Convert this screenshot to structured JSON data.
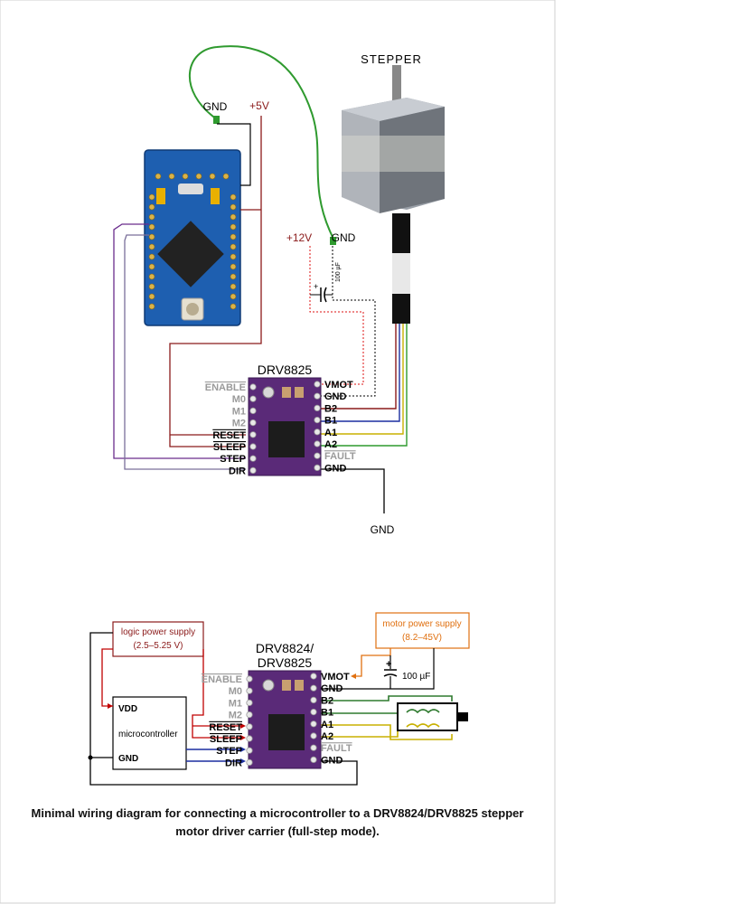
{
  "top": {
    "stepper_label": "STEPPER",
    "gnd_top_label": "GND",
    "plus5v_label": "+5V",
    "plus12v_label": "+12V",
    "gnd_motor_label": "GND",
    "cap_label": "100 µF",
    "driver_title": "DRV8825",
    "gnd_bottom_label": "GND",
    "left_pins": [
      "ENABLE",
      "M0",
      "M1",
      "M2",
      "RESET",
      "SLEEP",
      "STEP",
      "DIR"
    ],
    "right_pins": [
      "VMOT",
      "GND",
      "B2",
      "B1",
      "A1",
      "A2",
      "FAULT",
      "GND"
    ]
  },
  "bottom": {
    "logic_supply_title": "logic power supply",
    "logic_supply_range": "(2.5–5.25 V)",
    "motor_supply_title": "motor power supply",
    "motor_supply_range": "(8.2–45V)",
    "driver_title_line1": "DRV8824/",
    "driver_title_line2": "DRV8825",
    "mcu_vdd": "VDD",
    "mcu_name": "microcontroller",
    "mcu_gnd": "GND",
    "cap_label": "100 µF",
    "left_pins": [
      "ENABLE",
      "M0",
      "M1",
      "M2",
      "RESET",
      "SLEEP",
      "STEP",
      "DIR"
    ],
    "right_pins": [
      "VMOT",
      "GND",
      "B2",
      "B1",
      "A1",
      "A2",
      "FAULT",
      "GND"
    ]
  },
  "caption": {
    "line1": "Minimal wiring diagram for connecting a microcontroller to a DRV8824/DRV8825 stepper",
    "line2": "motor driver carrier (full-step mode)."
  },
  "colors": {
    "wire_red": "#8b1a1a",
    "wire_green": "#2f9a2f",
    "wire_purple": "#6a2c8c",
    "wire_blue": "#1c2fa0",
    "wire_yellow": "#c8b000",
    "wire_orange": "#e07010",
    "board_blue": "#1e5fb0",
    "driver_purple": "#5a2a78"
  }
}
